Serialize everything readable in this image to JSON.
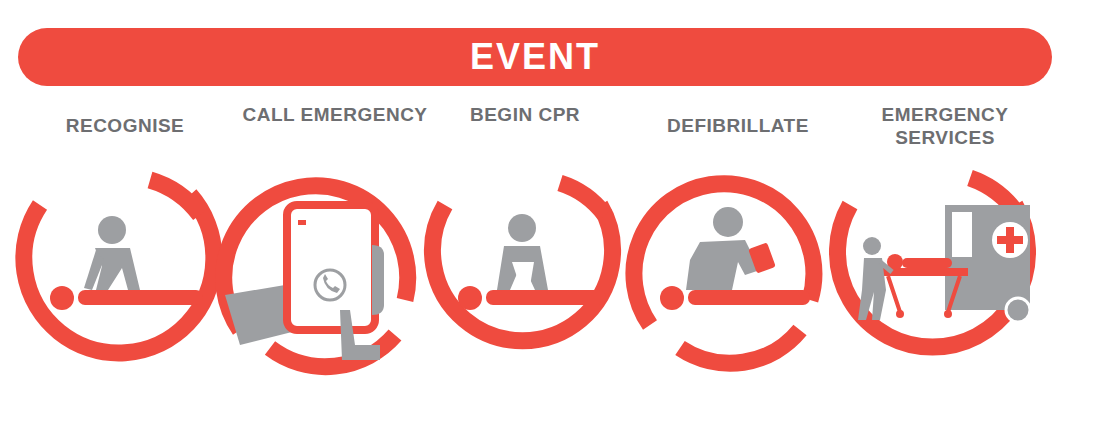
{
  "diagram": {
    "nodes": [
      {
        "text": [
          "EVENT"
        ]
      },
      {
        "text": [
          "RECOGNISE"
        ]
      },
      {
        "text": [
          "CALL EMERGENCY"
        ]
      },
      {
        "text": [
          "BEGIN CPR"
        ]
      },
      {
        "text": [
          "DEFIBRILLATE"
        ]
      },
      {
        "text": [
          "EMERGENCY SERVICES"
        ]
      }
    ]
  }
}
